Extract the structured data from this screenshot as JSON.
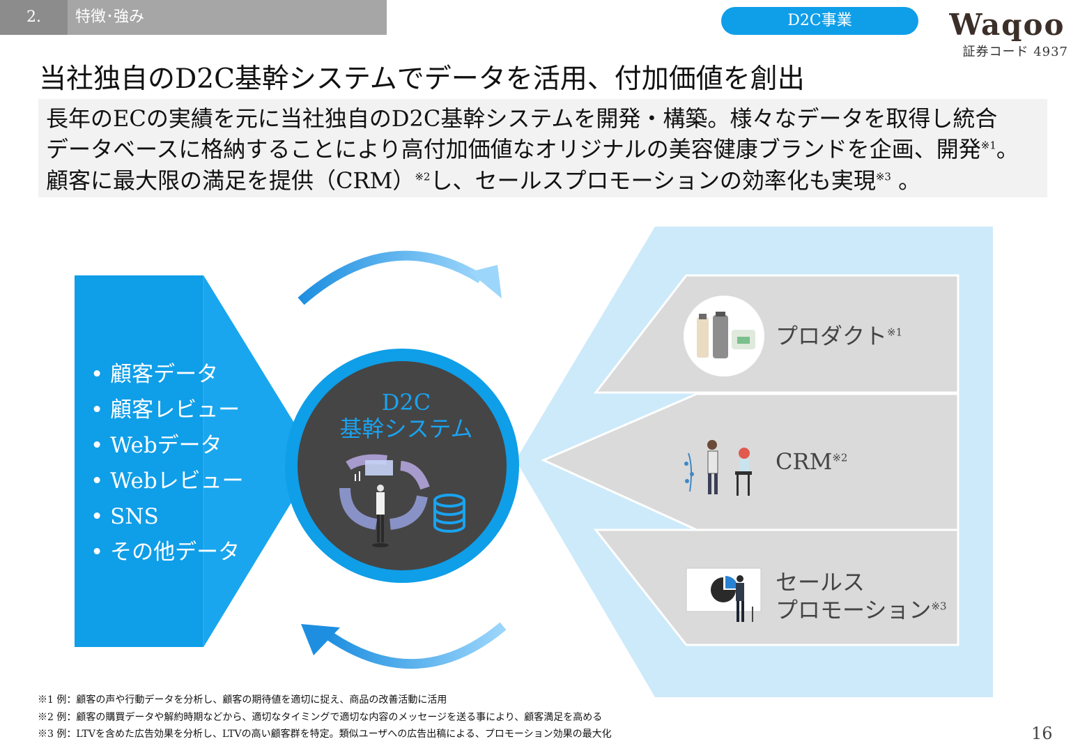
{
  "header": {
    "section_number": "2.",
    "section_title": "特徴･強み",
    "business_label": "D2C事業",
    "logo_text": "Waqoo",
    "stock_code": "証券コード 4937"
  },
  "headline": "当社独自のD2C基幹システムでデータを活用、付加価値を創出",
  "summary": {
    "line1": "長年のECの実績を元に当社独自のD2C基幹システムを開発・構築。様々なデータを取得し統合",
    "line2_text": "データベースに格納することにより高付加価値なオリジナルの美容健康ブランドを企画、開発",
    "line2_sup": "※1",
    "line2_end": "。",
    "line3_a": "顧客に最大限の満足を提供（CRM）",
    "line3_sup1": "※2",
    "line3_b": "し、セールスプロモーションの効率化も実現",
    "line3_sup2": "※3",
    "line3_end": " 。"
  },
  "data_sources": {
    "items": [
      "顧客データ",
      "顧客レビュー",
      "Webデータ",
      "Webレビュー",
      "SNS",
      "その他データ"
    ]
  },
  "core": {
    "line1": "D2C",
    "line2": "基幹システム"
  },
  "outputs": {
    "product_label": "プロダクト",
    "product_sup": "※1",
    "crm_label": "CRM",
    "crm_sup": "※2",
    "promo_line1": "セールス",
    "promo_line2": "プロモーション",
    "promo_sup": "※3"
  },
  "footnotes": [
    "※1  例：顧客の声や行動データを分析し、顧客の期待値を適切に捉え、商品の改善活動に活用",
    "※2  例：顧客の購買データや解約時期などから、適切なタイミングで適切な内容のメッセージを送る事により、顧客満足を高める",
    "※3  例：LTVを含めた広告効果を分析し、LTVの高い顧客群を特定。類似ユーザへの広告出稿による、プロモーション効果の最大化"
  ],
  "page_number": "16",
  "colors": {
    "accent_blue": "#0f9ee8",
    "light_blue": "#cdeafa",
    "core_dark": "#454545",
    "card_gray": "#d9d9d9"
  }
}
